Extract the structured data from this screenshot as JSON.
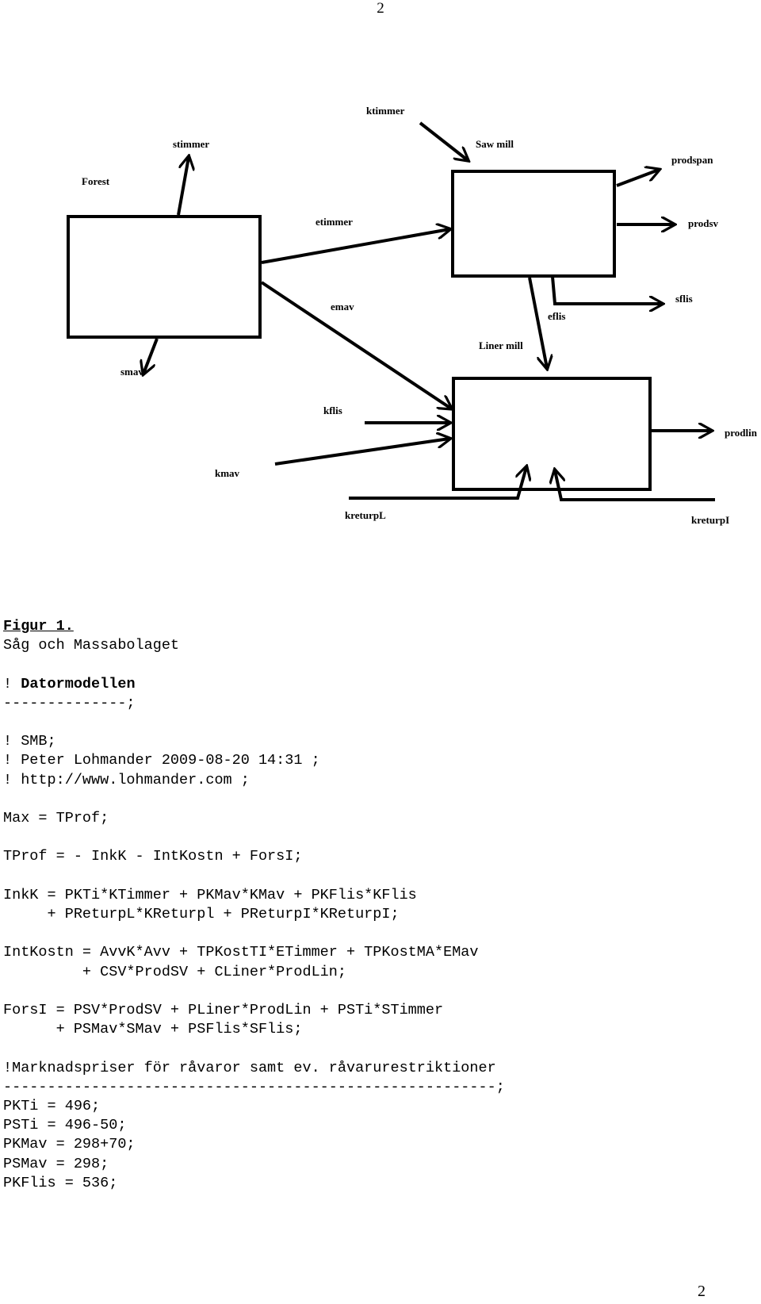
{
  "page": {
    "number": "2"
  },
  "diagram": {
    "labels": {
      "forest": "Forest",
      "stimmer": "stimmer",
      "etimmer": "etimmer",
      "emav": "emav",
      "smav": "smav",
      "ktimmer": "ktimmer",
      "saw_mill": "Saw mill",
      "prodspan": "prodspan",
      "prodsv": "prodsv",
      "sflis": "sflis",
      "eflis": "eflis",
      "liner_mill": "Liner mill",
      "kflis": "kflis",
      "prodlin": "prodlin",
      "kmav": "kmav",
      "kreturpL": "kreturpL",
      "kreturpI": "kreturpI"
    }
  },
  "figure": {
    "title": "Figur 1.",
    "caption": "Såg och Massabolaget"
  },
  "model": {
    "heading_prefix": "! ",
    "heading": "Datormodellen",
    "heading_rule": "--------------;",
    "comment_smb": "! SMB;",
    "comment_author": "! Peter Lohmander 2009-08-20 14:31 ;",
    "comment_url": "! http://www.lohmander.com ;",
    "objective": "Max = TProf;",
    "tprof": "TProf = - InkK - IntKostn + ForsI;",
    "inkk_1": "InkK = PKTi*KTimmer + PKMav*KMav + PKFlis*KFlis",
    "inkk_2": "     + PReturpL*KReturpl + PReturpI*KReturpI;",
    "intkostn_1": "IntKostn = AvvK*Avv + TPKostTI*ETimmer + TPKostMA*EMav",
    "intkostn_2": "         + CSV*ProdSV + CLiner*ProdLin;",
    "forsi_1": "ForsI = PSV*ProdSV + PLiner*ProdLin + PSTi*STimmer",
    "forsi_2": "      + PSMav*SMav + PSFlis*SFlis;",
    "prices_heading": "!Marknadspriser för råvaror samt ev. råvarurestriktioner",
    "prices_rule": "--------------------------------------------------------;",
    "pkti": "PKTi = 496;",
    "psti": "PSTi = 496-50;",
    "pkmav": "PKMav = 298+70;",
    "psmav": "PSMav = 298;",
    "pkflis": "PKFlis = 536;"
  }
}
